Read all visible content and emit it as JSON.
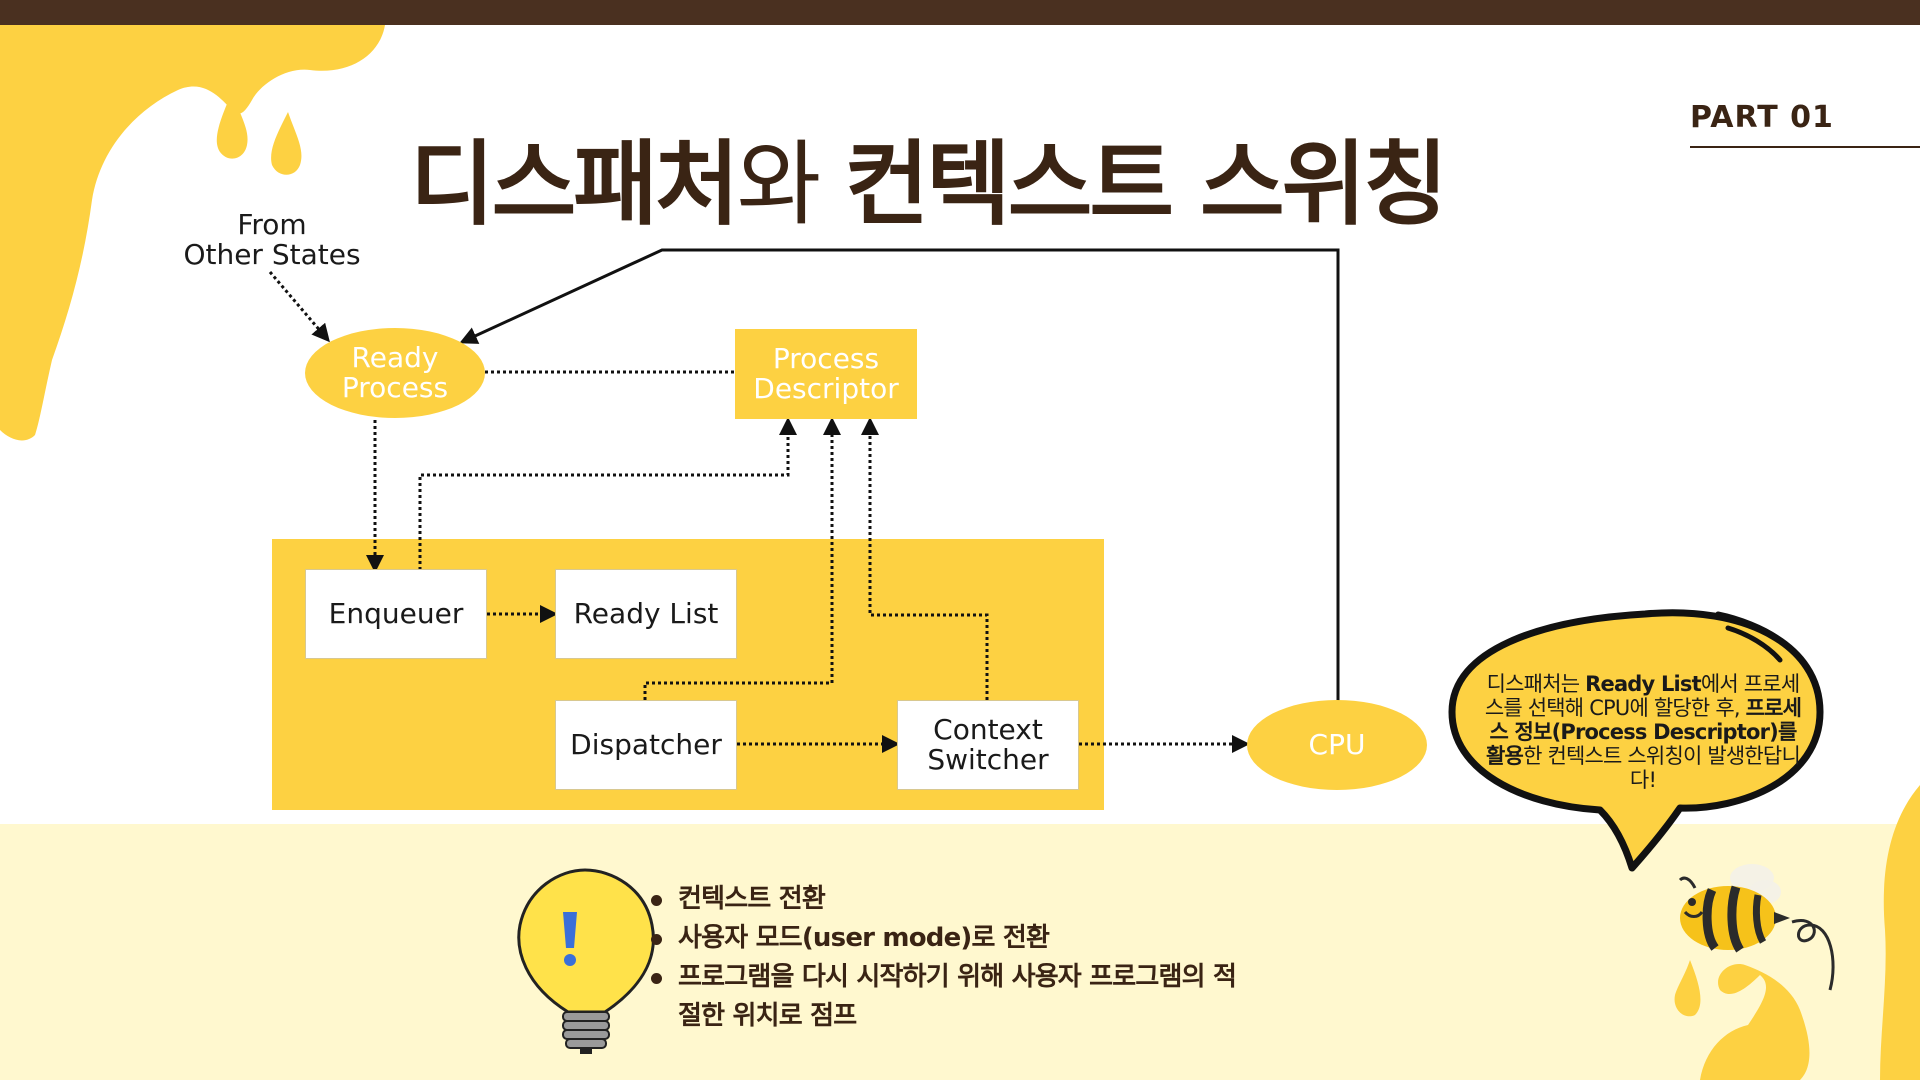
{
  "header": {
    "part_label": "PART 01"
  },
  "title": {
    "bold_first": "디스패처",
    "light_mid": "와 ",
    "bold_last": "컨텍스트 스위칭"
  },
  "diagram": {
    "from_label": "From\nOther States",
    "ready_process": "Ready\nProcess",
    "process_descriptor": "Process\nDescriptor",
    "enqueuer": "Enqueuer",
    "ready_list": "Ready List",
    "dispatcher": "Dispatcher",
    "context_switcher": "Context\nSwitcher",
    "cpu": "CPU"
  },
  "bubble": {
    "p1": "디스패처는 ",
    "b1": "Ready List",
    "p2": "에서 프로세스를 선택해 CPU에 할당한 후, ",
    "b2": "프로세스 정보(Process Descriptor)를 활용",
    "p3": "한 컨텍스트 스위칭이 발생한답니다!"
  },
  "bullets": [
    "컨텍스트 전환",
    "사용자 모드(user mode)로 전환",
    "프로그램을 다시 시작하기 위해 사용자 프로그램의 적절한 위치로 점프"
  ],
  "colors": {
    "accent": "#fdd142",
    "dark": "#3a2414",
    "topbar": "#4a3020",
    "band": "#fff8cf"
  },
  "icons": [
    "lightbulb-icon",
    "bee-icon",
    "speech-bubble-icon",
    "honey-drip-icon"
  ]
}
